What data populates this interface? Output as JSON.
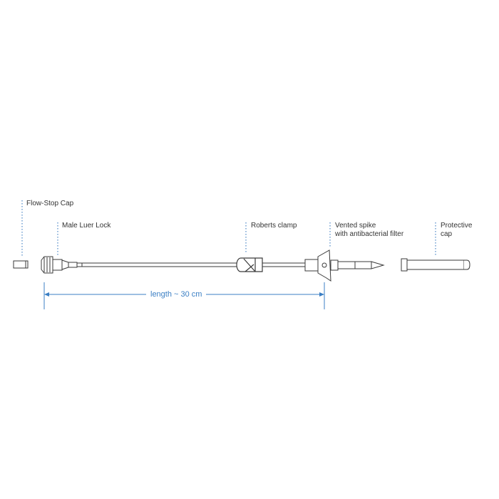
{
  "labels": {
    "flow_stop_cap": "Flow-Stop Cap",
    "male_luer_lock": "Male Luer Lock",
    "roberts_clamp": "Roberts clamp",
    "vented_spike_line1": "Vented spike",
    "vented_spike_line2": "with antibacterial filter",
    "protective_cap_line1": "Protective",
    "protective_cap_line2": "cap"
  },
  "dimension": {
    "text": "length ~ 30 cm"
  },
  "colors": {
    "line": "#3a3a3a",
    "leader": "#4a86c5",
    "dimension": "#3b7fc4",
    "text": "#333333"
  }
}
